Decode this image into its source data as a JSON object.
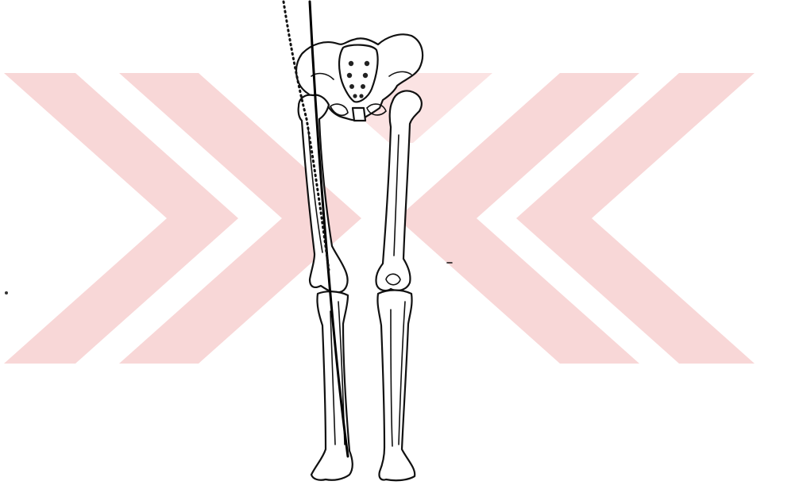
{
  "figure": {
    "description_visible_text": "",
    "colors": {
      "background": "#ffffff",
      "outline": "#111111",
      "watermark": "#f7d6d6"
    },
    "elements": {
      "watermark": "logo-watermark",
      "pelvis": "pelvis",
      "left_femur": "femur",
      "right_femur": "femur",
      "left_tibia_fibula": "tibia-fibula",
      "right_tibia_fibula": "tibia-fibula",
      "mechanical_axis": "solid-line",
      "anatomical_axis": "dotted-line"
    }
  }
}
